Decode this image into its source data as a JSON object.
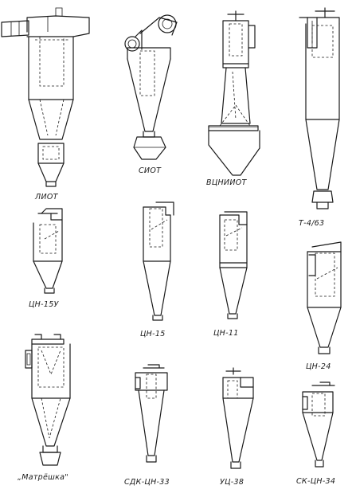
{
  "figure": {
    "labels": {
      "liot": "ЛИОТ",
      "siot": "СИОТ",
      "vtsniiot": "ВЦНИИОТ",
      "t4_63": "Т-4/63",
      "tsn15u": "ЦН-15У",
      "tsn15": "ЦН-15",
      "tsn11": "ЦН-11",
      "tsn24": "ЦН-24",
      "matreshka": "„Матрёшка\"",
      "sdk_tsn33": "СДК-ЦН-33",
      "uts38": "УЦ-38",
      "sk_tsn34": "СК-ЦН-34"
    }
  }
}
